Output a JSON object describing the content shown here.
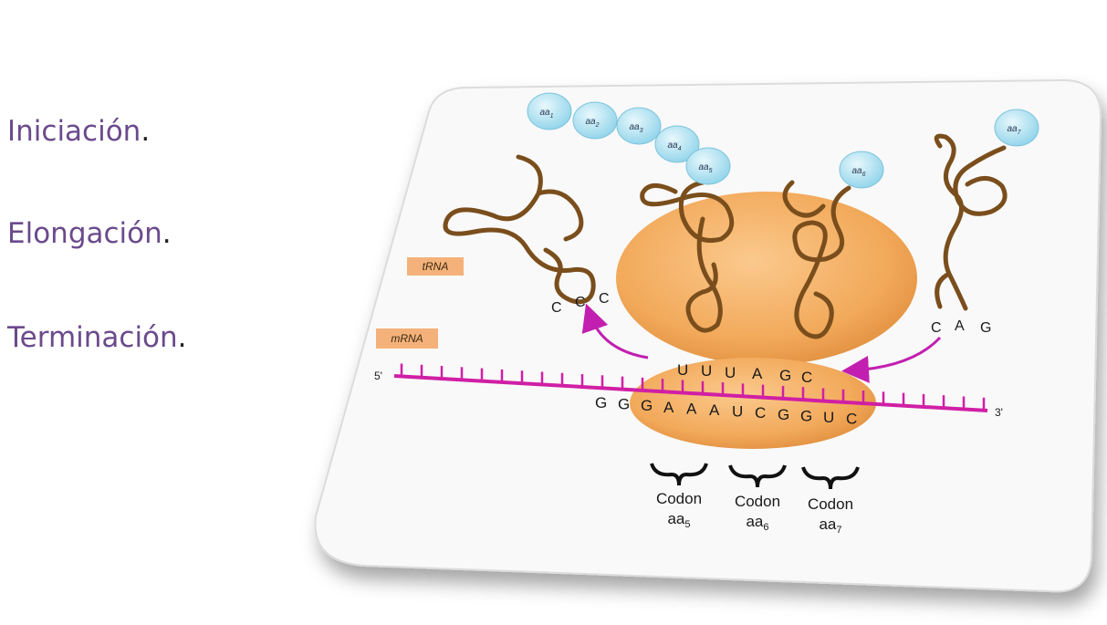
{
  "stages": [
    {
      "label": "Iniciación",
      "dot": "."
    },
    {
      "label": "Elongación",
      "dot": "."
    },
    {
      "label": "Terminación",
      "dot": "."
    }
  ],
  "figure": {
    "trna_tag": "tRNA",
    "mrna_tag": "mRNA",
    "end_5": "5'",
    "end_3": "3'",
    "amino_acids": [
      {
        "base": "aa",
        "sub": "1"
      },
      {
        "base": "aa",
        "sub": "2"
      },
      {
        "base": "aa",
        "sub": "3"
      },
      {
        "base": "aa",
        "sub": "4"
      },
      {
        "base": "aa",
        "sub": "5"
      },
      {
        "base": "aa",
        "sub": "6"
      },
      {
        "base": "aa",
        "sub": "7"
      }
    ],
    "exiting_anticodon": [
      "C",
      "C",
      "C"
    ],
    "incoming_anticodon": [
      "C",
      "A",
      "G"
    ],
    "bound_anticodons": [
      "U",
      "U",
      "U",
      "A",
      "G",
      "C"
    ],
    "mrna_sequence": [
      "G",
      "G",
      "G",
      "A",
      "A",
      "A",
      "U",
      "C",
      "G",
      "G",
      "U",
      "C"
    ],
    "codons": [
      {
        "word": "Codon",
        "aa": "aa",
        "sub": "5"
      },
      {
        "word": "Codon",
        "aa": "aa",
        "sub": "6"
      },
      {
        "word": "Codon",
        "aa": "aa",
        "sub": "7"
      }
    ],
    "colors": {
      "ribosome": "#f2a95a",
      "trna": "#7a4e1c",
      "mrna": "#d01fa5",
      "amino_acid": "#aee4f2",
      "arrow": "#c21fb0",
      "tag_fill": "#f4b27a"
    }
  }
}
